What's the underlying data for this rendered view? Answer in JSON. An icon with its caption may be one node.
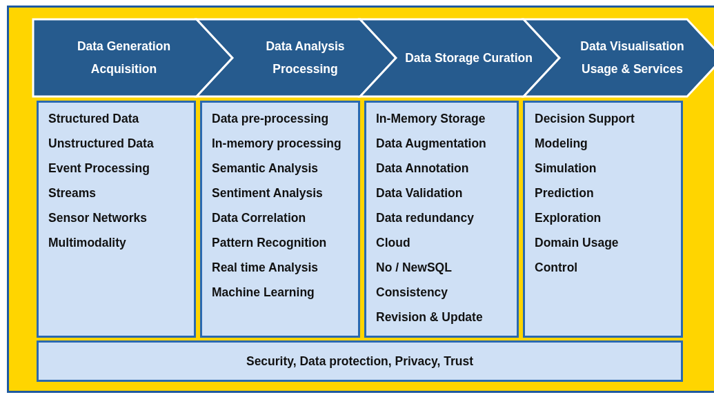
{
  "diagram": {
    "nodes": [
      {
        "text": [
          "Data Generation Acquisition"
        ]
      },
      {
        "text": [
          "Data Analysis Processing"
        ]
      },
      {
        "text": [
          "Data Storage Curation"
        ]
      },
      {
        "text": [
          "Data Visualisation Usage & Services"
        ]
      },
      {
        "text": [
          "Structured Data",
          "Unstructured Data",
          "Event Processing",
          "Streams",
          "Sensor Networks",
          "Multimodality"
        ]
      },
      {
        "text": [
          "Data pre-processing",
          "In-memory processing",
          "Semantic Analysis",
          "Sentiment Analysis",
          "Data Correlation",
          "Pattern Recognition",
          "Real time Analysis",
          "Machine Learning"
        ]
      },
      {
        "text": [
          "In-Memory Storage",
          "Data Augmentation",
          "Data Annotation",
          "Data Validation",
          "Data redundancy",
          "Cloud",
          "No / NewSQL",
          "Consistency",
          "Revision & Update"
        ]
      },
      {
        "text": [
          "Decision Support",
          "Modeling",
          "Simulation",
          "Prediction",
          "Exploration",
          "Domain Usage",
          "Control"
        ]
      },
      {
        "text": [
          "Security, Data protection, Privacy, Trust"
        ]
      }
    ]
  }
}
